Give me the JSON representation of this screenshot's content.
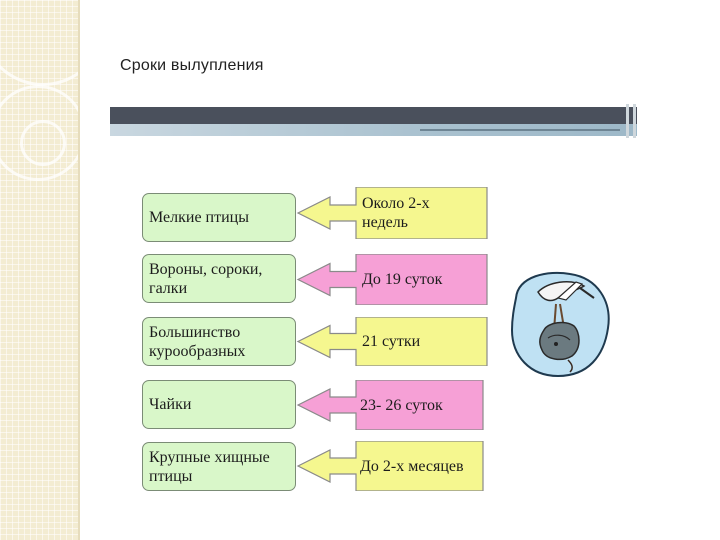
{
  "slide": {
    "title": "Сроки вылупления"
  },
  "colors": {
    "left_box": "#d9f7c9",
    "yellow": "#f5f78f",
    "pink": "#f6a0d6"
  },
  "rows": [
    {
      "bird": "Мелкие птицы",
      "period": "Около 2-х\nнедель",
      "color": "yellow"
    },
    {
      "bird": "Вороны, сороки,\nгалки",
      "period": "До 19 суток",
      "color": "pink"
    },
    {
      "bird": "Большинство\n курообразных",
      "period": "21 сутки",
      "color": "yellow"
    },
    {
      "bird": "Чайки",
      "period": "23- 26 суток",
      "color": "pink"
    },
    {
      "bird": "Крупные хищные\nптицы",
      "period": "До 2-х месяцев",
      "color": "yellow"
    }
  ],
  "illustration": {
    "icon": "stork-clipart-icon"
  }
}
